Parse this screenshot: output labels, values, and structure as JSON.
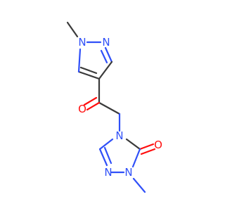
{
  "molecule": {
    "atoms": [
      {
        "id": "n1",
        "symbol": "N",
        "color": "#3050f8"
      },
      {
        "id": "n2",
        "symbol": "N",
        "color": "#3050f8"
      },
      {
        "id": "o1",
        "symbol": "O",
        "color": "#ff0d0d"
      },
      {
        "id": "n3",
        "symbol": "N",
        "color": "#3050f8"
      },
      {
        "id": "o2",
        "symbol": "O",
        "color": "#ff0d0d"
      },
      {
        "id": "n4",
        "symbol": "N",
        "color": "#3050f8"
      },
      {
        "id": "n5",
        "symbol": "N",
        "color": "#3050f8"
      }
    ],
    "colors": {
      "carbon_bond": "#3a3a3a",
      "nitrogen": "#3050f8",
      "oxygen": "#ff0d0d",
      "background": "#ffffff"
    }
  }
}
